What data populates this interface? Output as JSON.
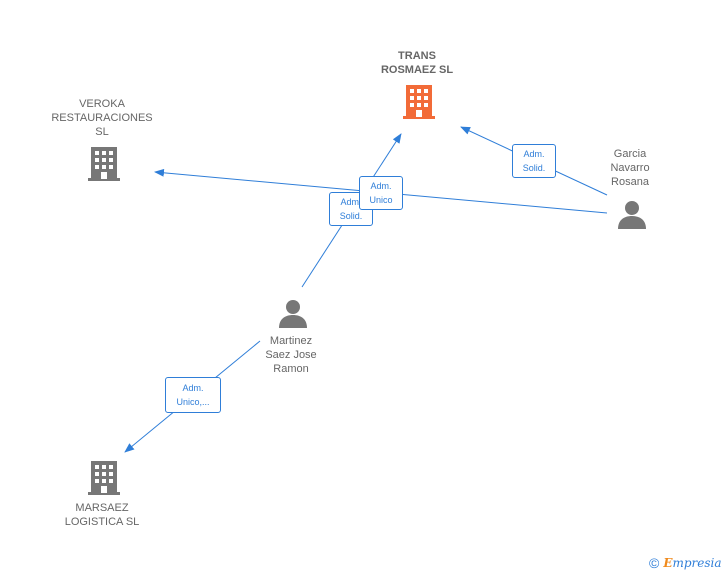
{
  "nodes": {
    "trans_rosmaez": {
      "label": "TRANS\nROSMAEZ  SL",
      "type": "company",
      "highlight": true,
      "color": "#f26b38"
    },
    "veroka": {
      "label": "VEROKA\nRESTAURACIONES\nSL",
      "type": "company",
      "color": "#777777"
    },
    "marsaez": {
      "label": "MARSAEZ\nLOGISTICA SL",
      "type": "company",
      "color": "#777777"
    },
    "martinez": {
      "label": "Martinez\nSaez Jose\nRamon",
      "type": "person",
      "color": "#777777"
    },
    "garcia": {
      "label": "Garcia\nNavarro\nRosana",
      "type": "person",
      "color": "#777777"
    }
  },
  "edges": {
    "garcia_trans": {
      "label": "Adm.\nSolid."
    },
    "garcia_veroka": {
      "label": "Adm.\nUnico"
    },
    "martinez_trans": {
      "label": "Adm.\nSolid."
    },
    "martinez_marsaez": {
      "label": "Adm.\nUnico,..."
    }
  },
  "edge_color": "#2f7ed8",
  "footer": {
    "copyright_symbol": "©",
    "brand_first": "E",
    "brand_rest": "mpresia"
  }
}
